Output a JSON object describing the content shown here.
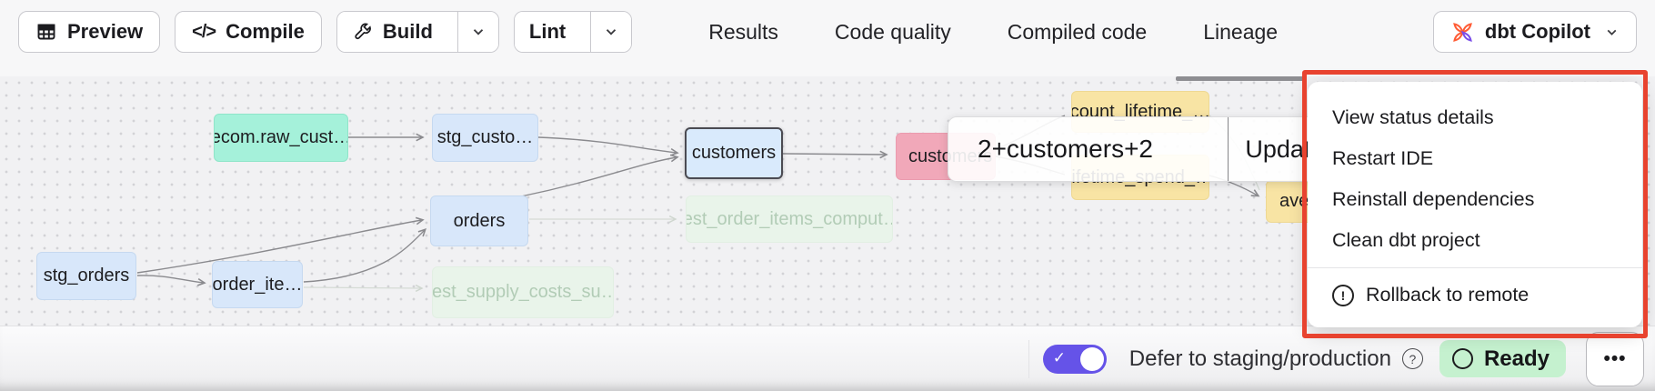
{
  "toolbar": {
    "preview_label": "Preview",
    "compile_label": "Compile",
    "compile_icon": "</>",
    "build_label": "Build",
    "lint_label": "Lint",
    "copilot_label": "dbt Copilot"
  },
  "tabs": [
    {
      "label": "Results",
      "active": false
    },
    {
      "label": "Code quality",
      "active": false
    },
    {
      "label": "Compiled code",
      "active": false
    },
    {
      "label": "Lineage",
      "active": true
    }
  ],
  "lineage": {
    "selector_value": "2+customers+2",
    "update_label": "Update graph",
    "nodes": [
      {
        "label": "ecom.raw_cust…",
        "type": "source"
      },
      {
        "label": "stg_custo…",
        "type": "model"
      },
      {
        "label": "customers",
        "type": "model-selected"
      },
      {
        "label": "customers",
        "type": "highlighted"
      },
      {
        "label": "orders",
        "type": "model"
      },
      {
        "label": "stg_orders",
        "type": "model"
      },
      {
        "label": "order_ite…",
        "type": "model"
      },
      {
        "label": "count_lifetime_…",
        "type": "yellow"
      },
      {
        "label": "lifetime_spend_…",
        "type": "yellow"
      },
      {
        "label": "ave",
        "type": "yellow"
      },
      {
        "label": "test_order_items_comput…",
        "type": "test"
      },
      {
        "label": "test_supply_costs_su…",
        "type": "test"
      }
    ]
  },
  "menu": {
    "items": [
      {
        "label": "View status details"
      },
      {
        "label": "Restart IDE"
      },
      {
        "label": "Reinstall dependencies"
      },
      {
        "label": "Clean dbt project"
      }
    ],
    "warning_item": {
      "label": "Rollback to remote",
      "icon": "!"
    }
  },
  "statusbar": {
    "defer_label": "Defer to staging/production",
    "help_icon": "?",
    "ready_label": "Ready",
    "more_icon": "•••",
    "check_icon": "✓"
  },
  "colors": {
    "accent_purple": "#6553e8",
    "annotation_red": "#e8432f",
    "ready_green": "#c5f1cf",
    "node_blue": "#d8e7fa",
    "node_mint": "#a5f1da",
    "node_yellow": "#f8e4a4",
    "node_pink": "#f1a8b9",
    "node_test_green": "#e9f4ea"
  }
}
